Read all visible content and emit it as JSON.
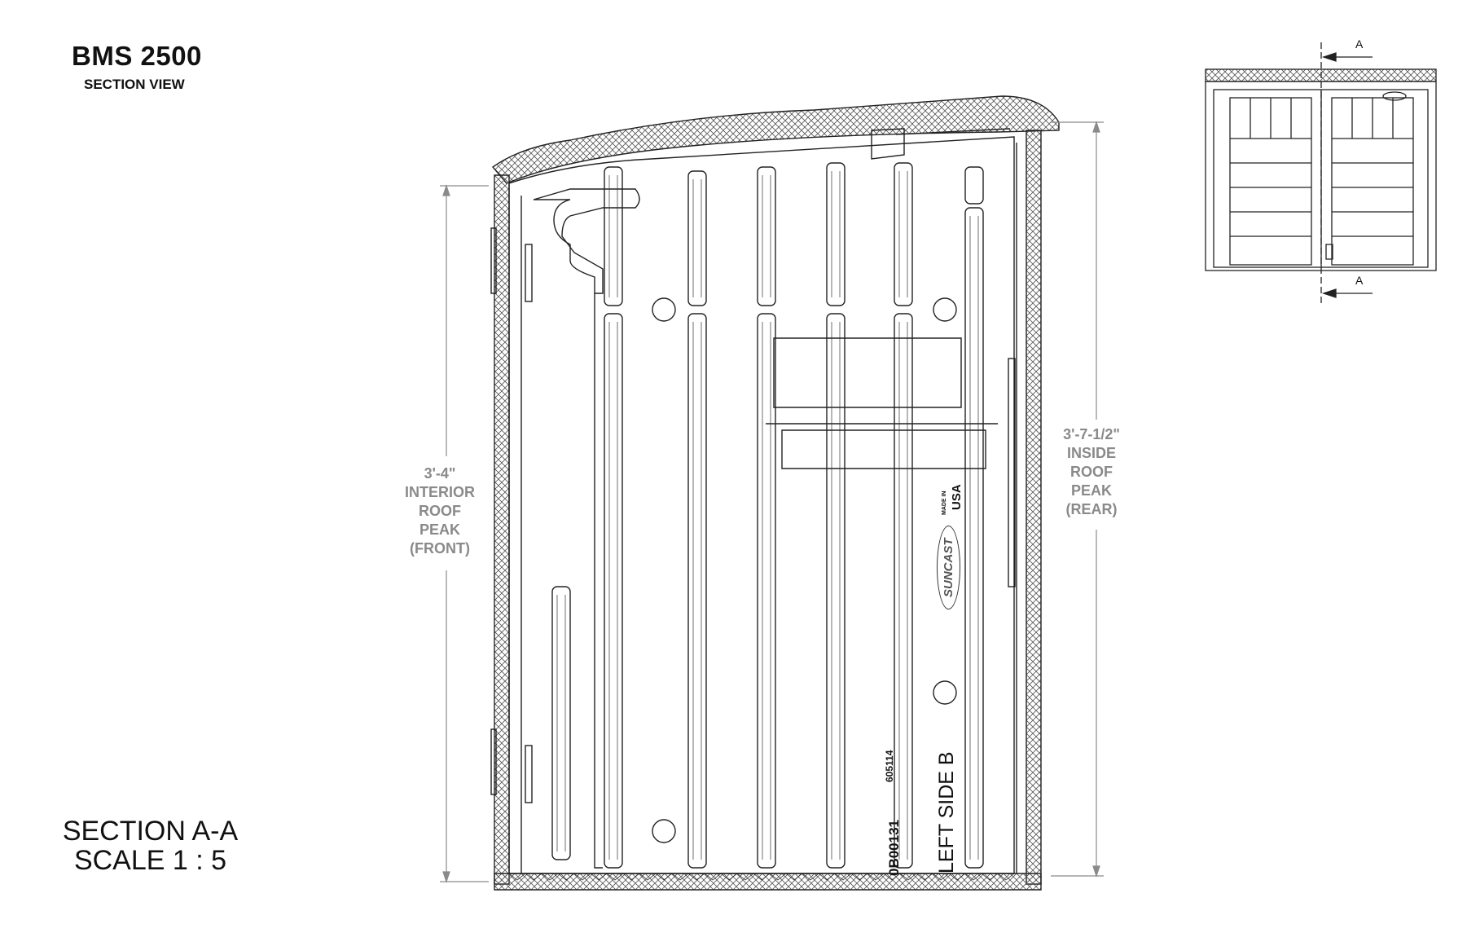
{
  "header": {
    "title": "BMS 2500",
    "subtitle": "SECTION VIEW"
  },
  "section": {
    "line1": "SECTION A-A",
    "line2": "SCALE 1 : 5"
  },
  "dimensions": {
    "front": {
      "value": "3'-4\"",
      "line2": "INTERIOR",
      "line3": "ROOF",
      "line4": "PEAK",
      "line5": "(FRONT)"
    },
    "rear": {
      "value": "3'-7-1/2\"",
      "line2": "INSIDE",
      "line3": "ROOF",
      "line4": "PEAK",
      "line5": "(REAR)"
    }
  },
  "key_plan": {
    "cut_top": "A",
    "cut_bottom": "A"
  },
  "panel_markings": {
    "part_no": "0B00131",
    "code": "605114",
    "side": "LEFT SIDE",
    "side_letter": "B",
    "made_in": "MADE IN",
    "country": "USA",
    "brand": "SUNCAST"
  },
  "colors": {
    "line": "#222222",
    "dimension_text": "#8a8a8a"
  }
}
